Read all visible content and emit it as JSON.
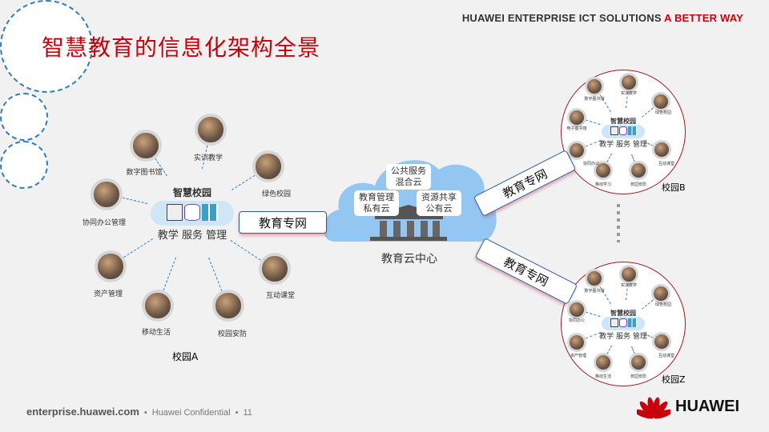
{
  "header": {
    "brand": "HUAWEI ENTERPRISE ICT SOLUTIONS",
    "brand_accent": "A BETTER WAY",
    "title": "智慧教育的信息化架构全景"
  },
  "campus_a": {
    "name": "校园A",
    "hub_title": "智慧校园",
    "hub_caption": "教学 服务 管理",
    "satellites": [
      "数字图书馆",
      "实训教学",
      "绿色校园",
      "协同办公管理",
      "资产管理",
      "移动生活",
      "校园安防",
      "互动课堂"
    ]
  },
  "campus_b": {
    "name": "校园B",
    "hub_title": "智慧校园",
    "hub_caption": "教学 服务 管理",
    "satellites": [
      "实训教学",
      "绿色校园",
      "互动课堂",
      "校园安防",
      "移动学习",
      "协同办公",
      "电子图书馆",
      "数字图书馆"
    ]
  },
  "campus_z": {
    "name": "校园Z",
    "hub_title": "智慧校园",
    "hub_caption": "教学 服务 管理",
    "satellites": [
      "实训教学",
      "绿色校园",
      "互动课堂",
      "校园安防",
      "移动生活",
      "资产管理",
      "协同办公",
      "数字图书馆"
    ]
  },
  "network_label": "教育专网",
  "cloud": {
    "name": "教育云中心",
    "boxes": [
      {
        "l1": "公共服务",
        "l2": "混合云"
      },
      {
        "l1": "教育管理",
        "l2": "私有云"
      },
      {
        "l1": "资源共享",
        "l2": "公有云"
      }
    ]
  },
  "footer": {
    "site": "enterprise.huawei.com",
    "confidential": "Huawei Confidential",
    "page": "11",
    "logo": "HUAWEI"
  },
  "colors": {
    "accent": "#c7000b",
    "link": "#2f7fbf"
  }
}
